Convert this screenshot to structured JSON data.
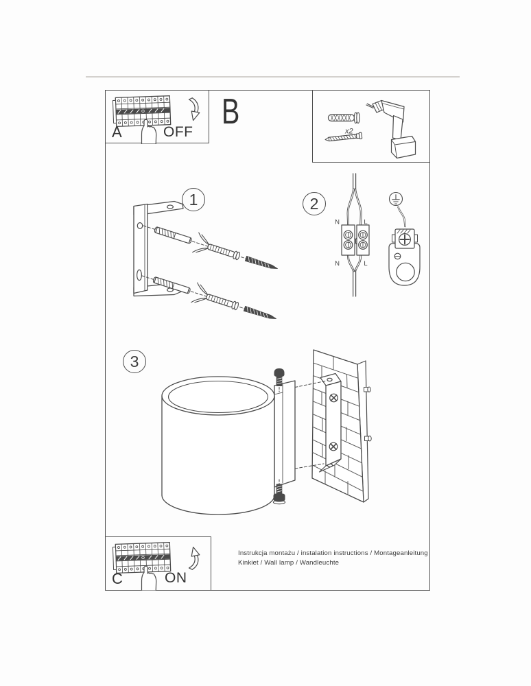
{
  "panel_a": {
    "label": "A",
    "action": "OFF"
  },
  "panel_c": {
    "label": "C",
    "action": "ON"
  },
  "section_b": {
    "label": "B"
  },
  "tools": {
    "count_label": "x2"
  },
  "steps": {
    "one": "1",
    "two": "2",
    "three": "3"
  },
  "wiring": {
    "n_top": "N",
    "l_top": "L",
    "n_bottom": "N",
    "l_bottom": "L"
  },
  "caption": {
    "line1": "Instrukcja montażu / instalation instructions / Montageanleitung",
    "line2": "Kinkiet / Wall lamp / Wandleuchte"
  },
  "colors": {
    "line": "#4a4a4a",
    "paper": "#fdfdfd"
  }
}
